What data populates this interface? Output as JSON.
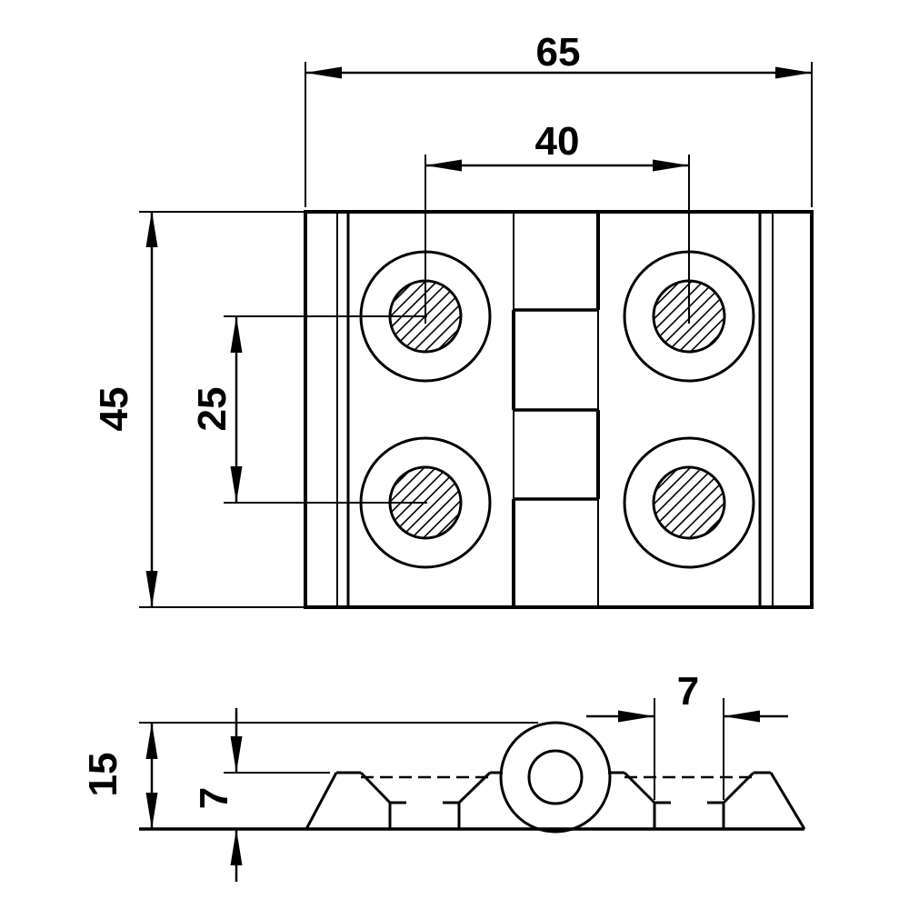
{
  "drawing": {
    "type": "technical-dimension-drawing",
    "part": "hinge-with-countersunk-holes",
    "colors": {
      "line": "#000000",
      "background": "#ffffff"
    },
    "labels": {
      "overall_width": "65",
      "hole_spacing_horizontal": "40",
      "overall_height": "45",
      "hole_spacing_vertical": "25",
      "total_thickness": "15",
      "leaf_thickness": "7",
      "hole_diameter": "7"
    },
    "views": {
      "plan": {
        "holes": 4,
        "hole_columns_centerline_values": [
          "40"
        ],
        "hole_rows_centerline_values": [
          "25"
        ]
      },
      "side": {
        "features": [
          "knuckle-barrel",
          "pin-bore",
          "countersunk-holes",
          "end-tapers"
        ]
      }
    }
  }
}
